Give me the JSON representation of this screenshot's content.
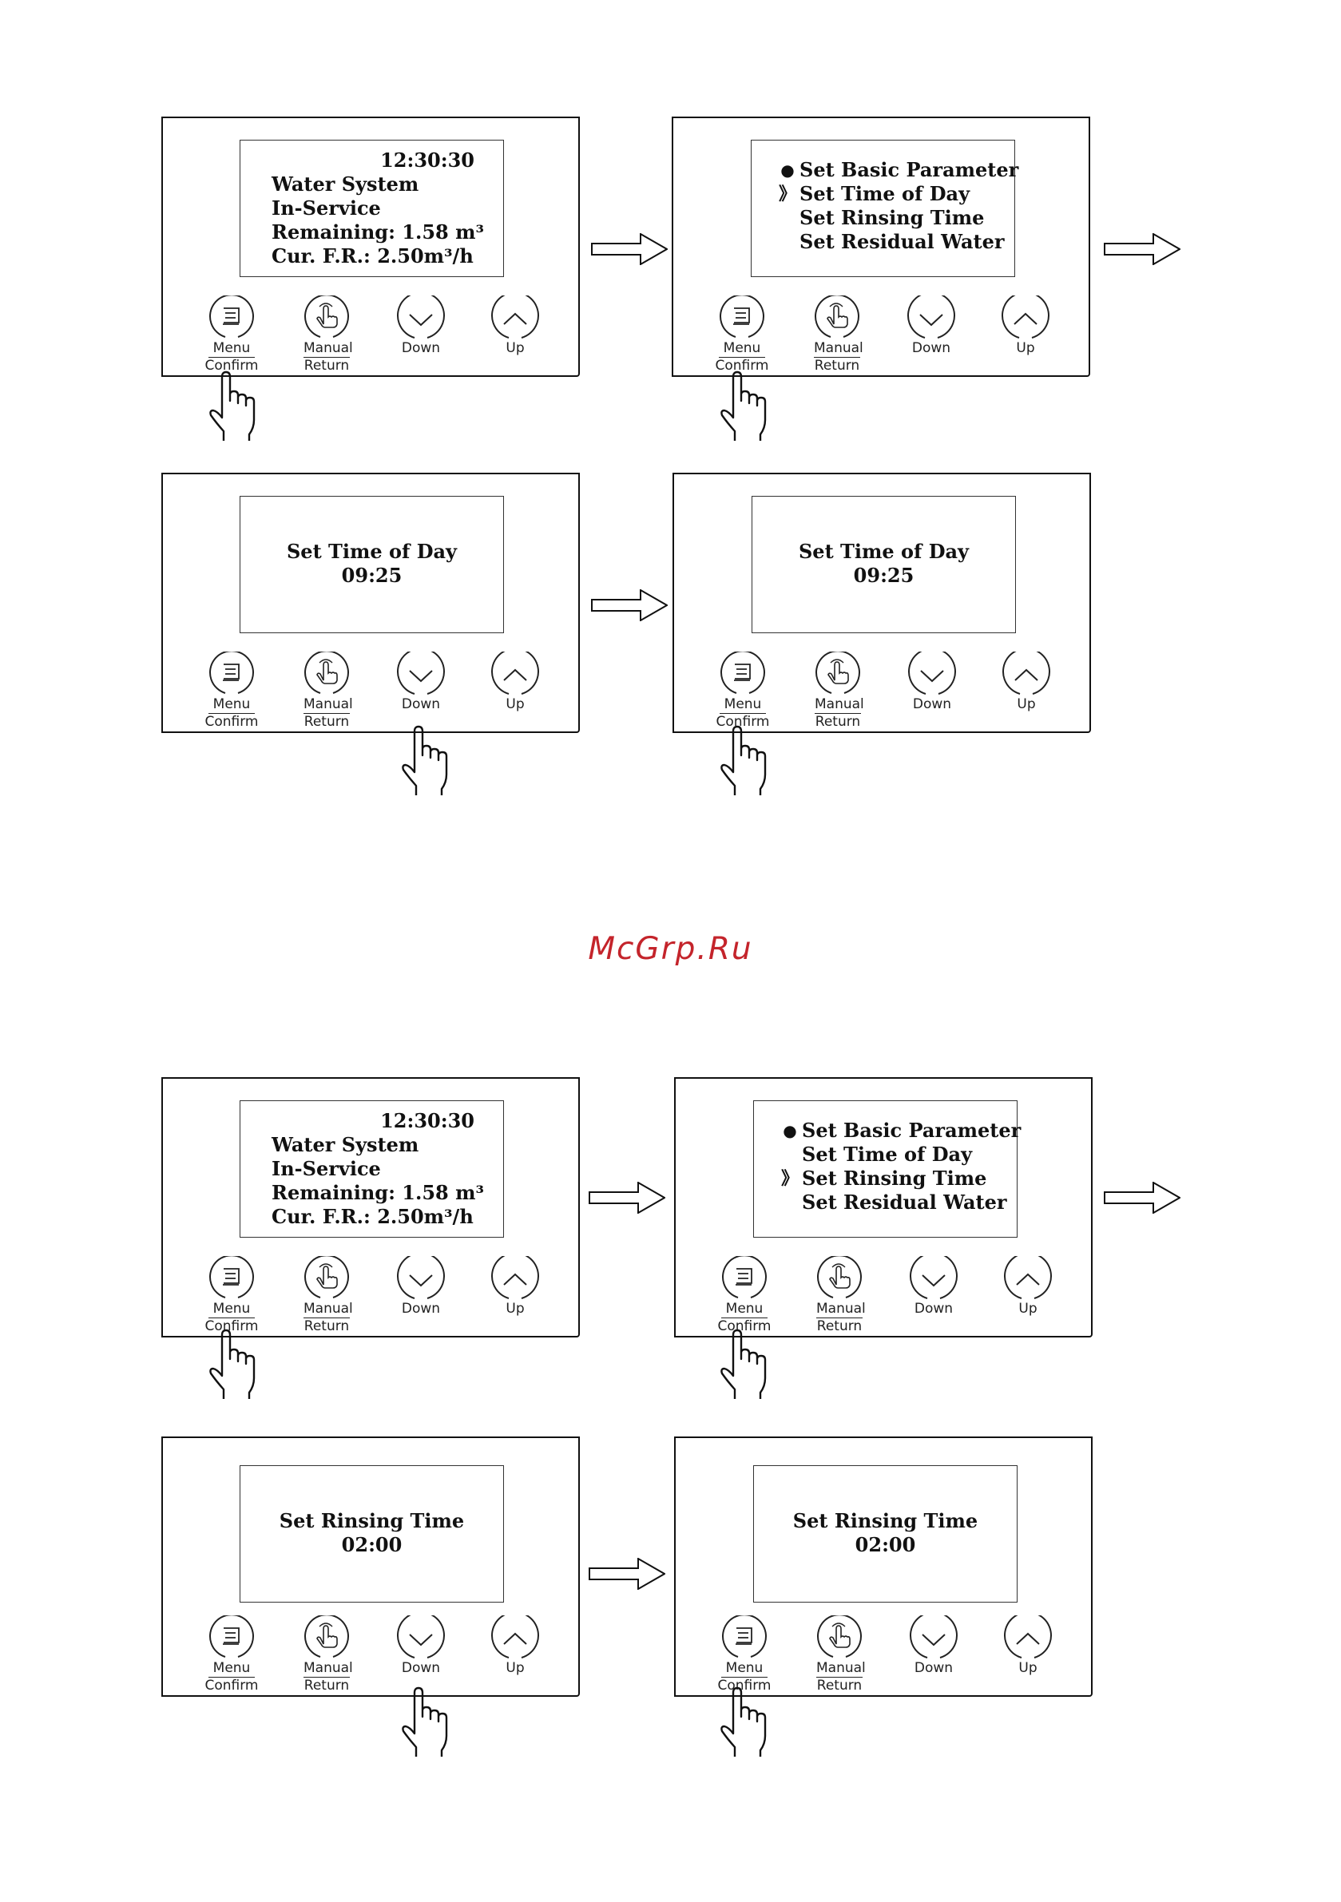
{
  "buttons": {
    "menu": "Menu",
    "confirm": "Confirm",
    "manual": "Manual",
    "return": "Return",
    "down": "Down",
    "up": "Up"
  },
  "status_screen": {
    "time": "12:30:30",
    "line1": "Water System",
    "line2": "In-Service",
    "line3": "Remaining: 1.58 m³",
    "line4": "Cur. F.R.: 2.50m³/h"
  },
  "menu_screen": {
    "items": [
      "Set Basic Parameter",
      "Set Time of Day",
      "Set Rinsing Time",
      "Set Residual Water"
    ],
    "bullet_symbol": "●",
    "cursor_symbol": "》"
  },
  "time_of_day_screen": {
    "title": "Set Time of Day",
    "value": "09:25"
  },
  "rinsing_time_screen": {
    "title": "Set Rinsing Time",
    "value": "02:00"
  },
  "watermark": "McGrp.Ru",
  "icons": {
    "menu_button": "menu-list-icon",
    "manual_button": "hand-press-icon",
    "down_button": "chevron-down-icon",
    "up_button": "chevron-up-icon",
    "pointer": "pointing-hand-icon",
    "flow": "right-arrow-icon"
  }
}
